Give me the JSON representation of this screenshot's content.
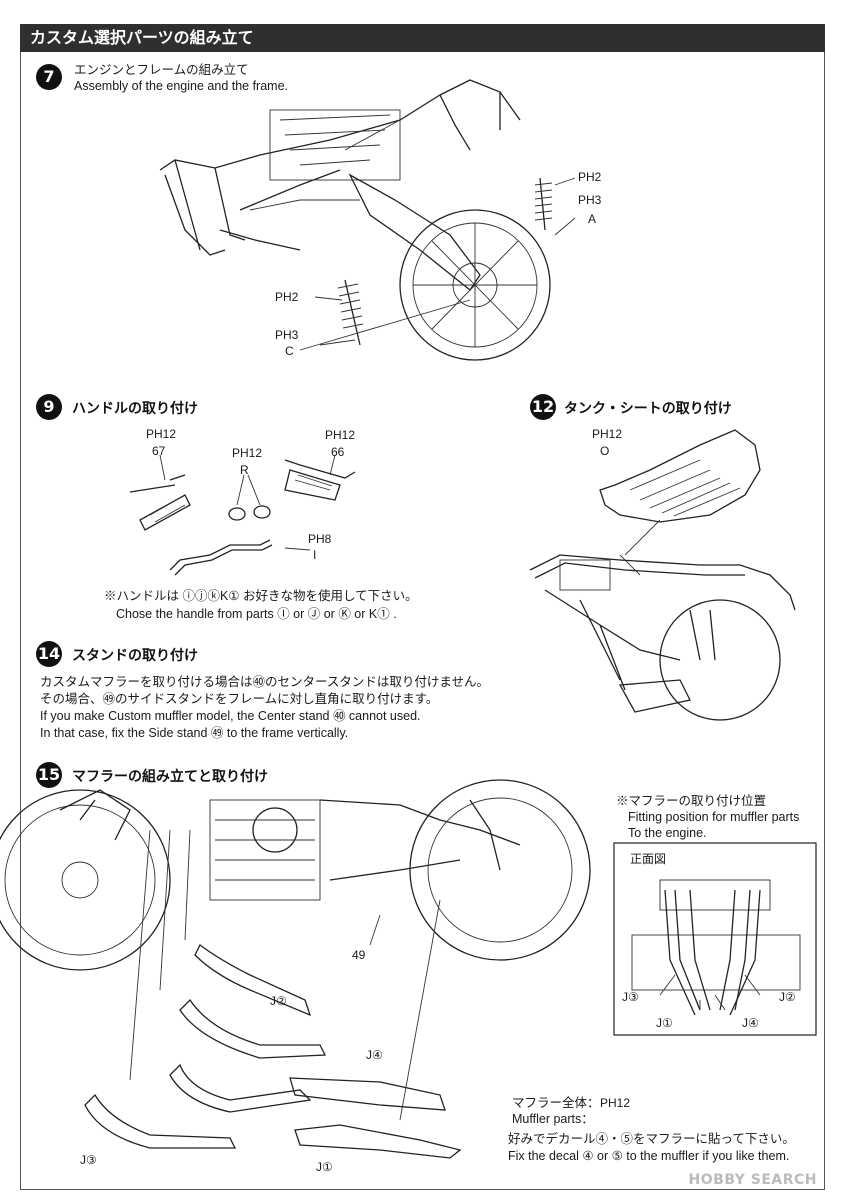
{
  "header": {
    "title": "カスタム選択パーツの組み立て"
  },
  "step7": {
    "number": "7",
    "title_jp": "エンジンとフレームの組み立て",
    "title_en": "Assembly of the engine and the frame.",
    "labels": {
      "ph2_right": "PH2",
      "ph3_right": "PH3",
      "A": "A",
      "ph2_left": "PH2",
      "ph3_left": "PH3",
      "C": "C"
    }
  },
  "step9": {
    "number": "9",
    "title": "ハンドルの取り付け",
    "labels": {
      "ph12_a": "PH12",
      "p67": "67",
      "ph12_b": "PH12",
      "R": "R",
      "ph12_c": "PH12",
      "p66": "66",
      "ph8": "PH8",
      "I": "I"
    },
    "note_jp": "※ハンドルは ⓘⓙⓚK① お好きな物を使用して下さい。",
    "note_en": "Chose the handle from parts Ⓘ or Ⓙ or Ⓚ or K① ."
  },
  "step12": {
    "number": "12",
    "title": "タンク・シートの取り付け",
    "labels": {
      "ph12": "PH12",
      "O": "O"
    }
  },
  "step14": {
    "number": "14",
    "title": "スタンドの取り付け",
    "lines": [
      "カスタムマフラーを取り付ける場合は㊵のセンタースタンドは取り付けません。",
      "その場合、㊾のサイドスタンドをフレームに対し直角に取り付けます。",
      "If you make Custom muffler model, the Center stand ㊵ cannot used.",
      "In that case, fix the Side stand ㊾ to the frame vertically."
    ]
  },
  "step15": {
    "number": "15",
    "title": "マフラーの組み立てと取り付け",
    "labels": {
      "p49": "49",
      "J2": "J②",
      "J4": "J④",
      "J3": "J③",
      "J1": "J①"
    },
    "inset_title_jp": "※マフラーの取り付け位置",
    "inset_title_en1": "Fitting position for muffler parts",
    "inset_title_en2": "To the engine.",
    "inset_label": "正面図",
    "inset_parts": {
      "J3": "J③",
      "J2": "J②",
      "J1": "J①",
      "J4": "J④"
    },
    "muffler_jp": "マフラー全体：",
    "muffler_ph": "PH12",
    "muffler_en": "Muffler parts：",
    "decal_jp": "好みでデカール④・⑤をマフラーに貼って下さい。",
    "decal_en": "Fix the decal ④ or ⑤ to the muffler if you like them."
  },
  "watermark": "HOBBY SEARCH"
}
